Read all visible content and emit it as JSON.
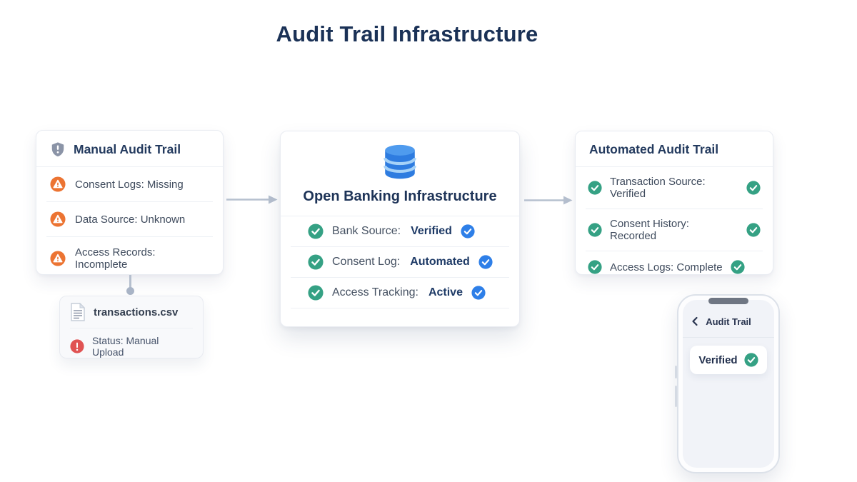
{
  "page": {
    "title": "Audit Trail Infrastructure"
  },
  "colors": {
    "navy": "#1a3156",
    "slate": "#3e4a5c",
    "orange": "#ec7432",
    "green": "#35a184",
    "blue": "#2e7fe8",
    "red": "#e05353",
    "arrow_gray": "#b6c0cf",
    "database_blue": "#2e7ce0"
  },
  "manual_card": {
    "title": "Manual Audit Trail",
    "items": [
      "Consent Logs: Missing",
      "Data Source: Unknown",
      "Access Records: Incomplete"
    ]
  },
  "infrastructure_card": {
    "title": "Open Banking Infrastructure",
    "items": [
      {
        "label": "Bank Source:",
        "value": "Verified"
      },
      {
        "label": "Consent Log:",
        "value": "Automated"
      },
      {
        "label": "Access Tracking:",
        "value": "Active"
      }
    ]
  },
  "automated_card": {
    "title": "Automated Audit Trail",
    "items": [
      "Transaction Source: Verified",
      "Consent History: Recorded",
      "Access Logs: Complete"
    ]
  },
  "file_card": {
    "filename": "transactions.csv",
    "status": "Status: Manual Upload"
  },
  "phone": {
    "header": "Audit Trail",
    "verified_label": "Verified"
  }
}
